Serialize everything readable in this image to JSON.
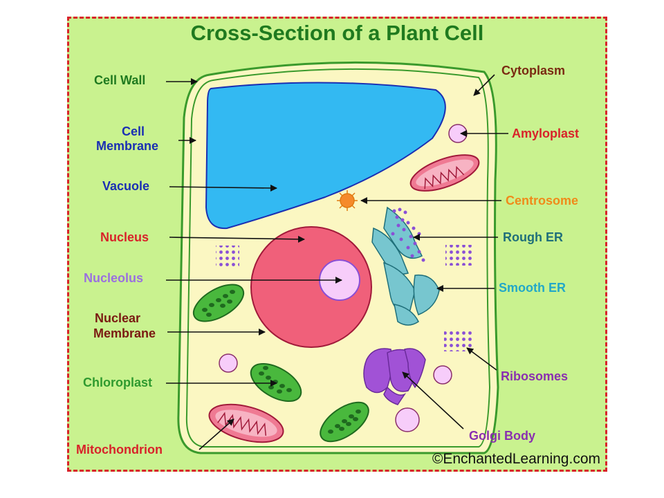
{
  "title": "Cross-Section of a Plant Cell",
  "copyright": "©EnchantedLearning.com",
  "colors": {
    "background": "#c9f28f",
    "border": "#d8232a",
    "cytoplasm": "#fbf7c2",
    "cell_wall": "#2f8f2f",
    "vacuole": "#33b9f2",
    "nucleus": "#f0607a",
    "nucleolus": "#f7cdfa",
    "chloroplast": "#49b83d",
    "mitochondrion": "#ef7a93",
    "golgi": "#a152d6",
    "er": "#77c6cf"
  },
  "labels": {
    "cell_wall": "Cell Wall",
    "cell_membrane_1": "Cell",
    "cell_membrane_2": "Membrane",
    "vacuole": "Vacuole",
    "nucleus": "Nucleus",
    "nucleolus": "Nucleolus",
    "nuclear_membrane_1": "Nuclear",
    "nuclear_membrane_2": "Membrane",
    "chloroplast": "Chloroplast",
    "mitochondrion": "Mitochondrion",
    "cytoplasm": "Cytoplasm",
    "amyloplast": "Amyloplast",
    "centrosome": "Centrosome",
    "rough_er": "Rough ER",
    "smooth_er": "Smooth ER",
    "ribosomes": "Ribosomes",
    "golgi_body": "Golgi Body"
  },
  "label_colors": {
    "cell_wall": "#1f7a1f",
    "cell_membrane": "#1a2fb3",
    "vacuole": "#1a2fb3",
    "nucleus": "#d8232a",
    "nucleolus": "#9a6fe0",
    "nuclear_membrane": "#7a1a12",
    "chloroplast": "#2f9a2f",
    "mitochondrion": "#d8232a",
    "cytoplasm": "#7a2a12",
    "amyloplast": "#d8232a",
    "centrosome": "#f08a1a",
    "rough_er": "#1f6f7a",
    "smooth_er": "#22a8c8",
    "ribosomes": "#8a2fb0",
    "golgi_body": "#8a2fb0"
  }
}
